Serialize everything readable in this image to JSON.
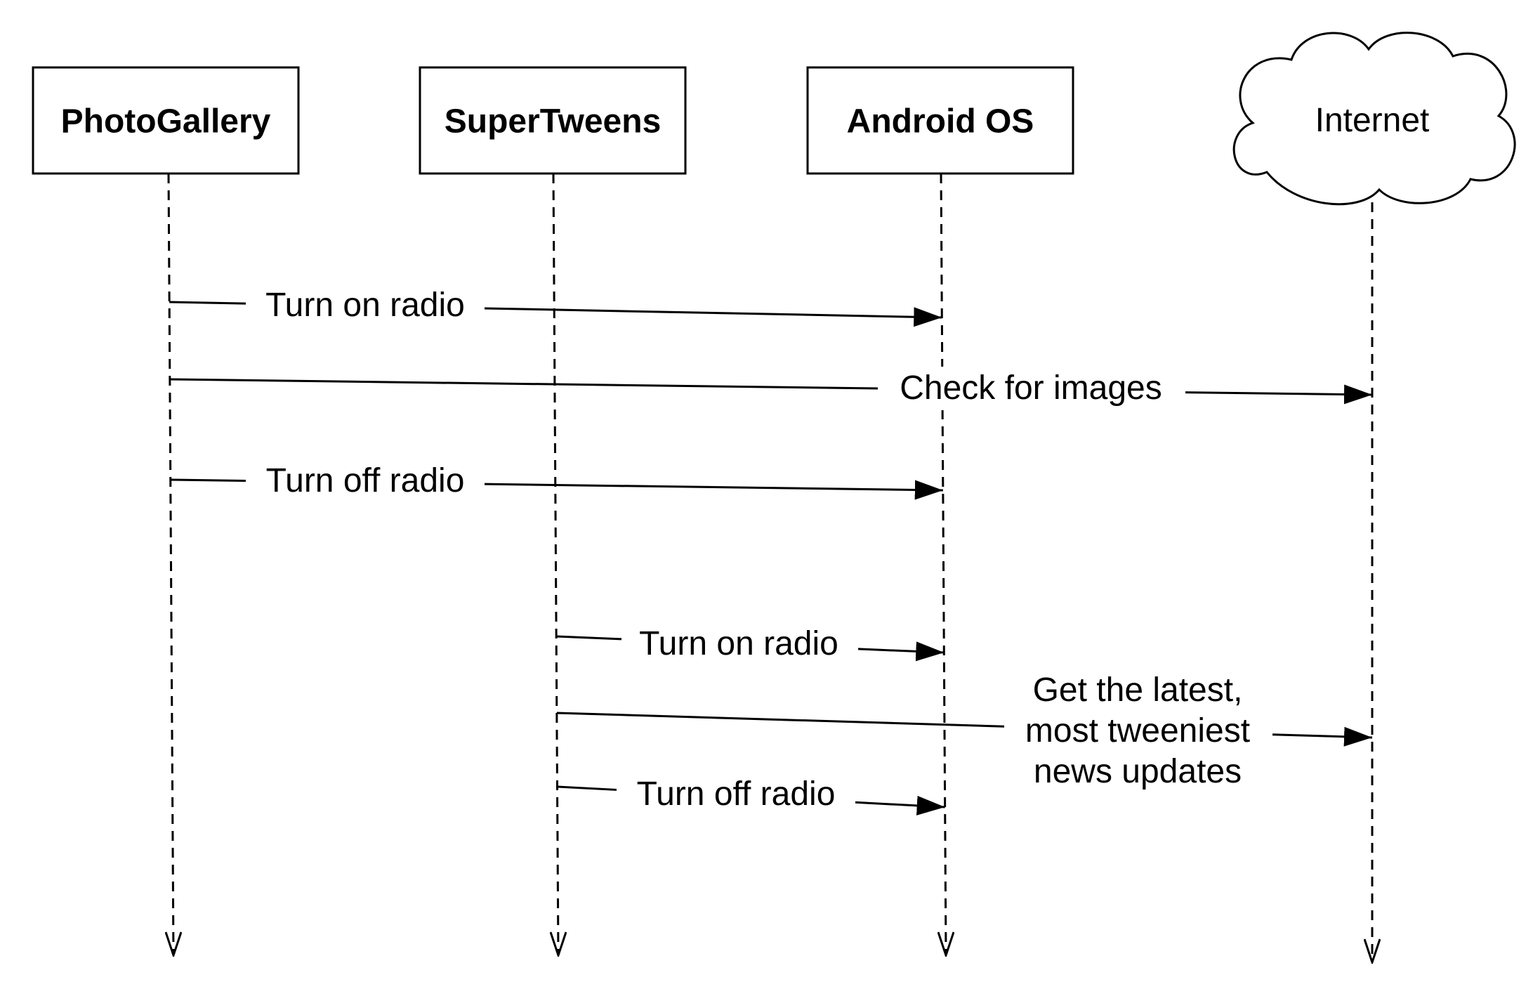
{
  "actors": [
    {
      "id": "photogallery",
      "label": "PhotoGallery",
      "shape": "box"
    },
    {
      "id": "supertweens",
      "label": "SuperTweens",
      "shape": "box"
    },
    {
      "id": "android",
      "label": "Android OS",
      "shape": "box"
    },
    {
      "id": "internet",
      "label": "Internet",
      "shape": "cloud"
    }
  ],
  "messages": [
    {
      "from": "photogallery",
      "to": "android",
      "lines": [
        "Turn on radio"
      ]
    },
    {
      "from": "photogallery",
      "to": "internet",
      "lines": [
        "Check for images"
      ]
    },
    {
      "from": "photogallery",
      "to": "android",
      "lines": [
        "Turn off radio"
      ]
    },
    {
      "from": "supertweens",
      "to": "android",
      "lines": [
        "Turn on radio"
      ]
    },
    {
      "from": "supertweens",
      "to": "internet",
      "lines": [
        "Get the latest,",
        "most tweeniest",
        "news updates"
      ]
    },
    {
      "from": "supertweens",
      "to": "android",
      "lines": [
        "Turn off radio"
      ]
    }
  ]
}
